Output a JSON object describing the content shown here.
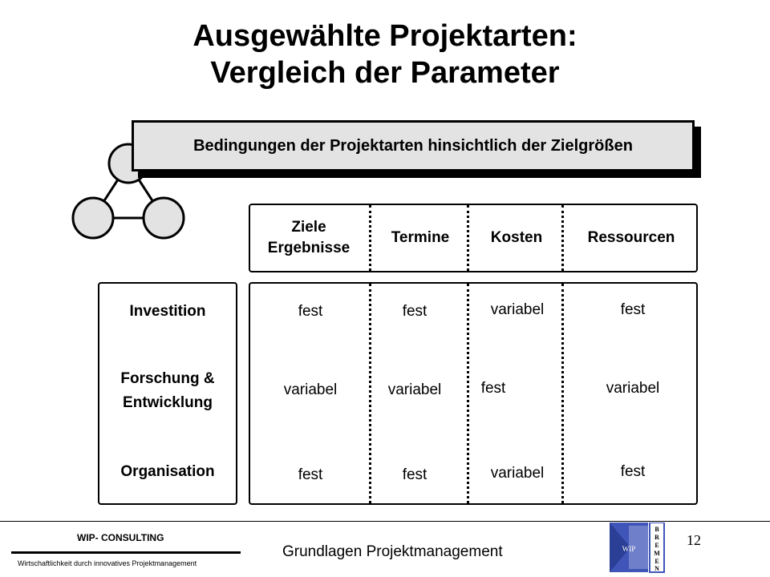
{
  "title_line1": "Ausgewählte Projektarten:",
  "title_line2": "Vergleich der Parameter",
  "banner": "Bedingungen der Projektarten hinsichtlich der Zielgrößen",
  "columns": [
    {
      "line1": "Ziele",
      "line2": "Ergebnisse"
    },
    {
      "line1": "Termine",
      "line2": ""
    },
    {
      "line1": "Kosten",
      "line2": ""
    },
    {
      "line1": "Ressourcen",
      "line2": ""
    }
  ],
  "rows": [
    {
      "line1": "Investition",
      "line2": ""
    },
    {
      "line1": "Forschung &",
      "line2": "Entwicklung"
    },
    {
      "line1": "Organisation",
      "line2": ""
    }
  ],
  "cells": [
    [
      "fest",
      "fest",
      "variabel",
      "fest"
    ],
    [
      "variabel",
      "variabel",
      "fest",
      "variabel"
    ],
    [
      "fest",
      "fest",
      "variabel",
      "fest"
    ]
  ],
  "footer": {
    "brand": "WIP- CONSULTING",
    "tagline": "Wirtschaftlichkeit durch innovatives Projektmanagement",
    "center": "Grundlagen Projektmanagement",
    "page": "12",
    "logo_text": "WIP",
    "logo_letters": [
      "B",
      "R",
      "E",
      "M",
      "E",
      "N"
    ]
  },
  "colors": {
    "banner_fill": "#e3e3e3",
    "node_fill": "#e3e3e3",
    "logo_blue": "#3f55b8"
  }
}
